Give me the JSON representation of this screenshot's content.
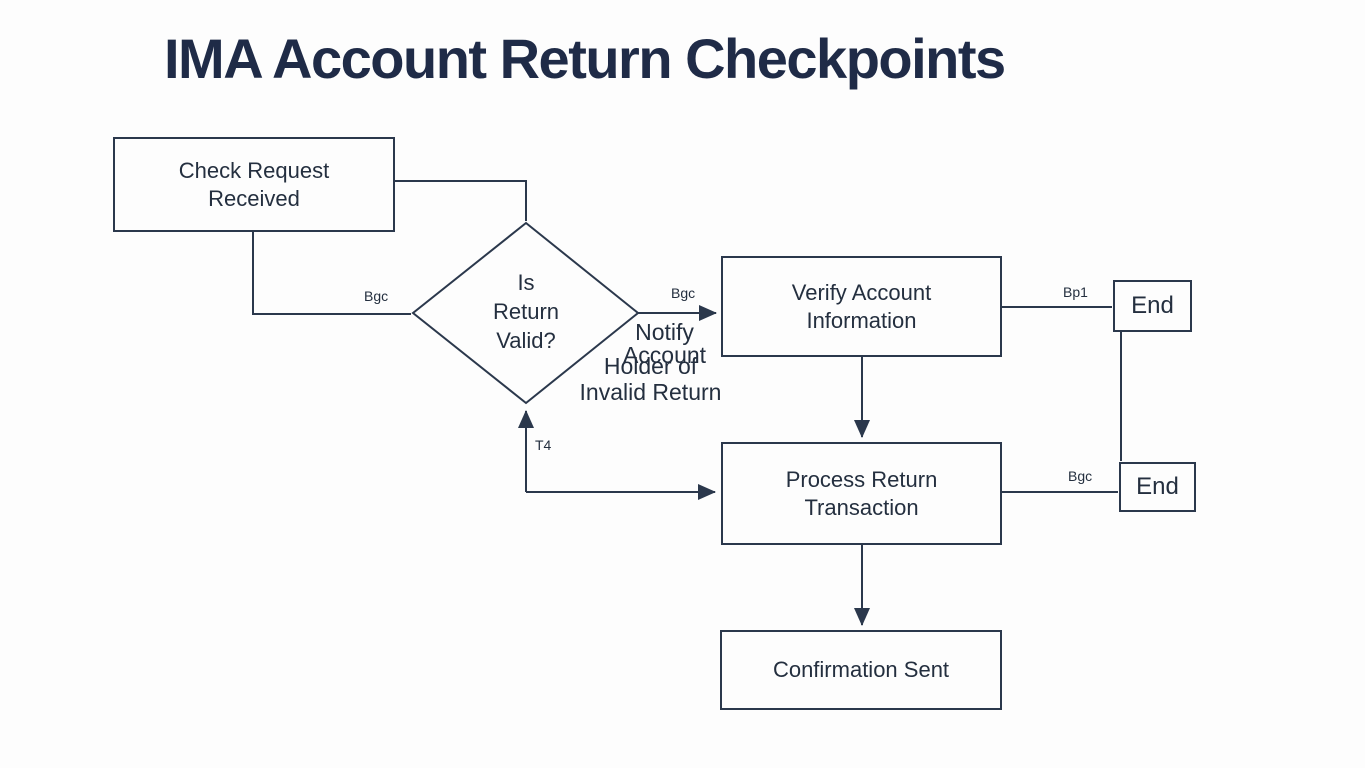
{
  "title": "IMA Account Return Checkpoints",
  "nodes": {
    "check_request": "Check Request\nReceived",
    "decision": "Is\nReturn\nValid?",
    "verify_account": "Verify Account\nInformation",
    "process_return": "Process Return\nTransaction",
    "confirmation": "Confirmation Sent",
    "end_top": "End",
    "end_bottom": "End"
  },
  "edge_labels": {
    "check_to_decision": "Bgc",
    "decision_to_verify": "Bgc",
    "verify_to_end": "Bp1",
    "loop_back": "T4",
    "process_to_end": "Bgc"
  },
  "annotations": {
    "notify_fragment_1": "Notify\nAccount",
    "notify_fragment_2": "Holder of\nInvalid Return"
  },
  "colors": {
    "ink": "#2b384c",
    "text": "#242f3f",
    "title": "#1f2b47",
    "background": "#fdfdfd"
  }
}
